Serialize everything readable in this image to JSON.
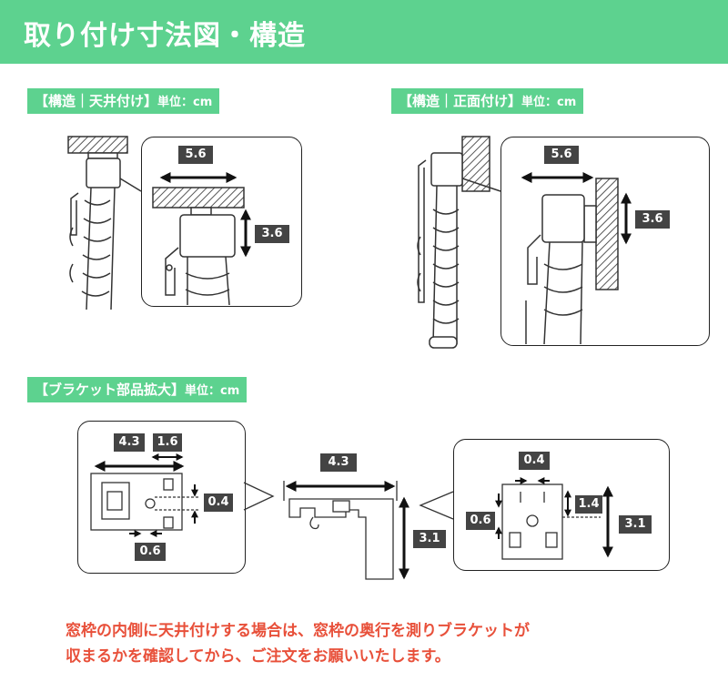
{
  "header": {
    "title": "取り付け寸法図・構造"
  },
  "sections": {
    "ceiling": {
      "label": "【構造｜天井付け】",
      "unit": "単位：cm"
    },
    "front": {
      "label": "【構造｜正面付け】",
      "unit": "単位：cm"
    },
    "bracket": {
      "label": "【ブラケット部品拡大】",
      "unit": "単位：cm"
    }
  },
  "dimensions": {
    "ceiling_width": "5.6",
    "ceiling_height": "3.6",
    "front_width": "5.6",
    "front_height": "3.6",
    "bracket_left_width": "4.3",
    "bracket_left_small": "1.6",
    "bracket_left_gap": "0.4",
    "bracket_left_bottom": "0.6",
    "bracket_mid_width": "4.3",
    "bracket_mid_height": "3.1",
    "bracket_right_top": "0.4",
    "bracket_right_side": "1.4",
    "bracket_right_left": "0.6",
    "bracket_right_height": "3.1"
  },
  "notes": {
    "line1": "窓枠の内側に天井付けする場合は、窓枠の奥行を測りブラケットが",
    "line2": "収まるかを確認してから、ご注文をお願いいたします。"
  },
  "colors": {
    "accent": "#5dd28f",
    "note": "#e8503a",
    "label_box": "#444444"
  }
}
